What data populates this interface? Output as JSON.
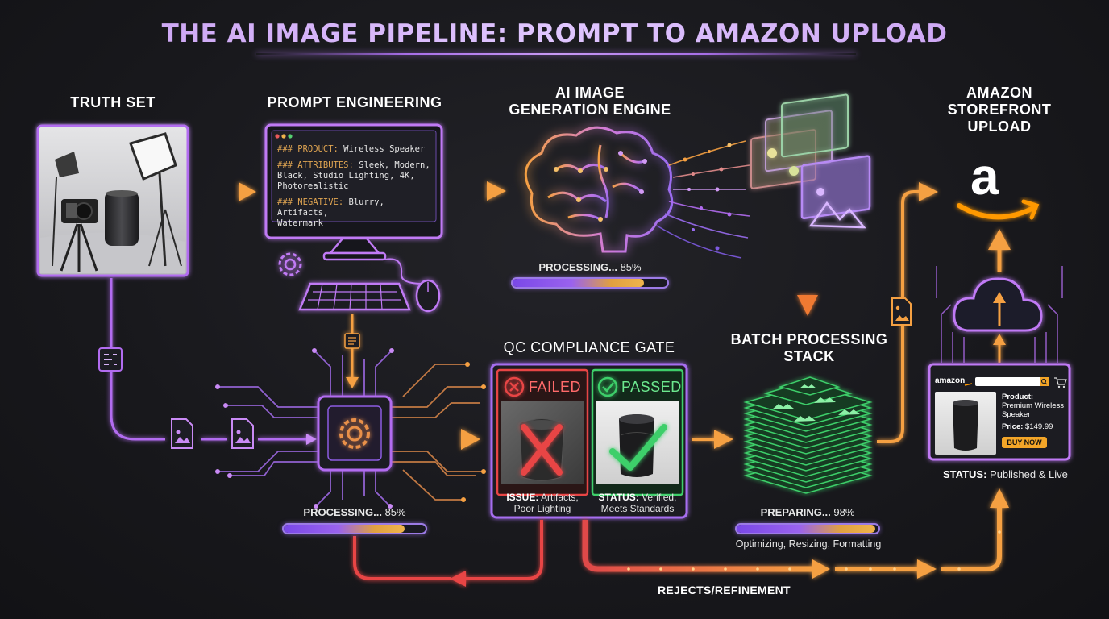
{
  "title": "THE AI IMAGE PIPELINE: PROMPT TO AMAZON UPLOAD",
  "stages": {
    "truth_set": "TRUTH SET",
    "prompt_engineering": "PROMPT ENGINEERING",
    "ai_engine_line1": "AI IMAGE",
    "ai_engine_line2": "GENERATION ENGINE",
    "amazon_line1": "AMAZON",
    "amazon_line2": "STOREFRONT",
    "amazon_line3": "UPLOAD",
    "qc_gate": "QC COMPLIANCE GATE",
    "batch_line1": "BATCH PROCESSING",
    "batch_line2": "STACK"
  },
  "prompt_code": {
    "product_key": "### PRODUCT:",
    "product_val": " Wireless Speaker",
    "attributes_key": "### ATTRIBUTES:",
    "attributes_val1": " Sleek, Modern,",
    "attributes_val2": "Black, Studio Lighting, 4K,",
    "attributes_val3": "Photorealistic",
    "negative_key": "### NEGATIVE:",
    "negative_val1": " Blurry, Artifacts,",
    "negative_val2": "Watermark"
  },
  "progress": {
    "engine": {
      "label": "PROCESSING...",
      "value_text": "85%",
      "fraction": 0.85
    },
    "processor": {
      "label": "PROCESSING...",
      "value_text": "85%",
      "fraction": 0.85
    },
    "batch": {
      "label": "PREPARING...",
      "value_text": "98%",
      "fraction": 0.98
    }
  },
  "qc": {
    "failed_label": "FAILED",
    "passed_label": "PASSED",
    "failed_issue_key": "ISSUE:",
    "failed_issue_val1": " Artifacts,",
    "failed_issue_val2": "Poor Lighting",
    "passed_status_key": "STATUS:",
    "passed_status_val1": " Verified,",
    "passed_status_val2": "Meets Standards"
  },
  "batch_note": "Optimizing, Resizing, Formatting",
  "rejects_label": "REJECTS/REFINEMENT",
  "amazon_card": {
    "logo_text": "amazon",
    "product_key": "Product:",
    "product_val1": "Premium Wireless",
    "product_val2": "Speaker",
    "price_key": "Price:",
    "price_val": "$149.99",
    "buy_label": "BUY NOW"
  },
  "status": {
    "key": "STATUS:",
    "val": " Published & Live"
  },
  "amazon_logo_letter": "a",
  "colors": {
    "purple": "#b26cf0",
    "orange": "#f5a042",
    "green": "#3ecf6a",
    "red": "#e84545",
    "accent_orange": "#ff9900"
  }
}
